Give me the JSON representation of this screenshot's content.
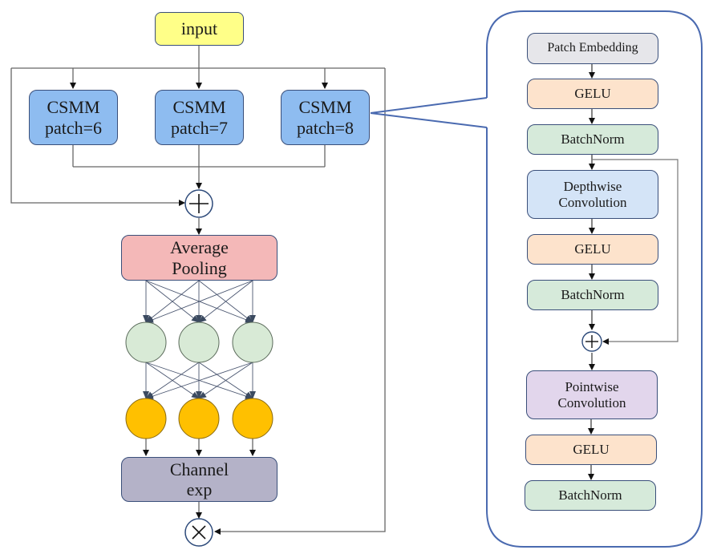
{
  "left_branch": {
    "input": {
      "label": "input",
      "color": "#ffff88"
    },
    "csmm_blocks": [
      {
        "line1": "CSMM",
        "line2": "patch=6",
        "color": "#8ebcf0"
      },
      {
        "line1": "CSMM",
        "line2": "patch=7",
        "color": "#8ebcf0"
      },
      {
        "line1": "CSMM",
        "line2": "patch=8",
        "color": "#8ebcf0"
      }
    ],
    "add_op": {
      "symbol": "+"
    },
    "avg_pool": {
      "line1": "Average",
      "line2": "Pooling",
      "color": "#f4b8b8"
    },
    "hidden_neurons": {
      "count": 3,
      "color": "#d8ead6"
    },
    "output_neurons": {
      "count": 3,
      "color": "#ffc000"
    },
    "channel_exp": {
      "line1": "Channel",
      "line2": "exp",
      "color": "#b4b2c8"
    },
    "mul_op": {
      "symbol": "×"
    }
  },
  "csmm_detail": {
    "layers": [
      {
        "id": "patch_embedding",
        "line1": "Patch Embedding",
        "color": "#e6e6ea"
      },
      {
        "id": "gelu_1",
        "line1": "GELU",
        "color": "#fde3cc"
      },
      {
        "id": "batchnorm_1",
        "line1": "BatchNorm",
        "color": "#d6eada"
      },
      {
        "id": "depthwise_conv",
        "line1": "Depthwise",
        "line2": "Convolution",
        "color": "#d4e4f7"
      },
      {
        "id": "gelu_2",
        "line1": "GELU",
        "color": "#fde3cc"
      },
      {
        "id": "batchnorm_2",
        "line1": "BatchNorm",
        "color": "#d6eada"
      },
      {
        "id": "pointwise_conv",
        "line1": "Pointwise",
        "line2": "Convolution",
        "color": "#e2d6ec"
      },
      {
        "id": "gelu_3",
        "line1": "GELU",
        "color": "#fde3cc"
      },
      {
        "id": "batchnorm_3",
        "line1": "BatchNorm",
        "color": "#d6eada"
      }
    ],
    "residual_add": {
      "symbol": "+"
    },
    "panel_border_color": "#4a6ab0"
  }
}
